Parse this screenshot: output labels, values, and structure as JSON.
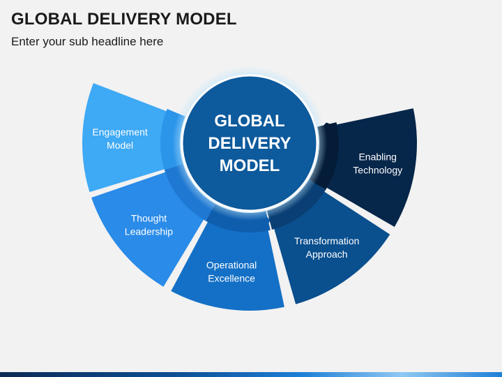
{
  "header": {
    "title": "GLOBAL DELIVERY MODEL",
    "subtitle": "Enter your sub headline here"
  },
  "diagram": {
    "center": {
      "lines": [
        "GLOBAL",
        "DELIVERY",
        "MODEL"
      ],
      "color": "#0d5a9c",
      "halo_color": "#bfe6fb"
    },
    "segments": [
      {
        "lines": [
          "Engagement",
          "Model"
        ],
        "color": "#3ea9f5",
        "inner_color": "#2b95ea"
      },
      {
        "lines": [
          "Thought",
          "Leadership"
        ],
        "color": "#2a8be8",
        "inner_color": "#1f78d2"
      },
      {
        "lines": [
          "Operational",
          "Excellence"
        ],
        "color": "#1470c6",
        "inner_color": "#0f5eae"
      },
      {
        "lines": [
          "Transformation",
          "Approach"
        ],
        "color": "#0a4f8e",
        "inner_color": "#093f74"
      },
      {
        "lines": [
          "Enabling",
          "Technology"
        ],
        "color": "#06264a",
        "inner_color": "#041c38"
      }
    ]
  }
}
